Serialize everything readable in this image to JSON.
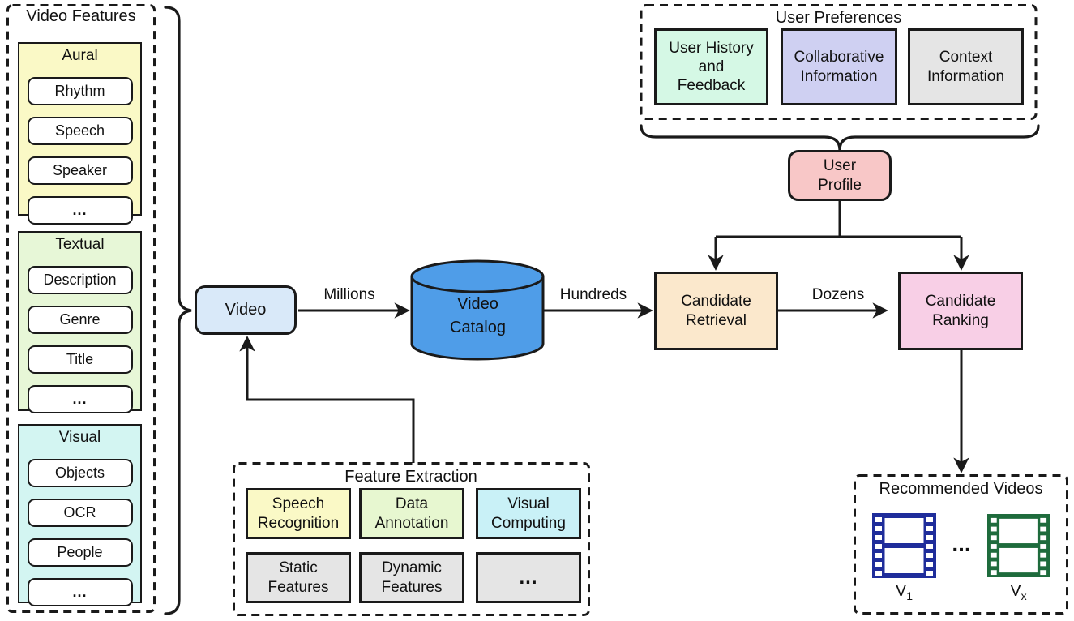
{
  "video_features": {
    "title": "Video Features",
    "sections": [
      {
        "name": "Aural",
        "color": "#faf9c6",
        "items": [
          "Rhythm",
          "Speech",
          "Speaker",
          "..."
        ]
      },
      {
        "name": "Textual",
        "color": "#e7f7d7",
        "items": [
          "Description",
          "Genre",
          "Title",
          "..."
        ]
      },
      {
        "name": "Visual",
        "color": "#d3f5f2",
        "items": [
          "Objects",
          "OCR",
          "People",
          "..."
        ]
      }
    ]
  },
  "user_preferences": {
    "title": "User Preferences",
    "boxes": [
      {
        "label": "User History\nand\nFeedback",
        "color": "#d5f8e5"
      },
      {
        "label": "Collaborative\nInformation",
        "color": "#cfd0f2"
      },
      {
        "label": "Context\nInformation",
        "color": "#e5e5e5"
      }
    ]
  },
  "pipeline": {
    "video": {
      "label": "Video",
      "color": "#d9e9f9"
    },
    "video_catalog": {
      "label": "Video\nCatalog",
      "color": "#4f9de8"
    },
    "candidate_retrieval": {
      "label": "Candidate\nRetrieval",
      "color": "#fbe8cc"
    },
    "candidate_ranking": {
      "label": "Candidate\nRanking",
      "color": "#f8cfe6"
    },
    "user_profile": {
      "label": "User\nProfile",
      "color": "#f8c7c7"
    },
    "edge_labels": {
      "millions": "Millions",
      "hundreds": "Hundreds",
      "dozens": "Dozens"
    }
  },
  "feature_extraction": {
    "title": "Feature Extraction",
    "boxes": [
      {
        "label": "Speech\nRecognition",
        "color": "#faf9c6"
      },
      {
        "label": "Data\nAnnotation",
        "color": "#e7f7d0"
      },
      {
        "label": "Visual\nComputing",
        "color": "#c9f1f7"
      },
      {
        "label": "Static\nFeatures",
        "color": "#e5e5e5"
      },
      {
        "label": "Dynamic\nFeatures",
        "color": "#e5e5e5"
      },
      {
        "label": "...",
        "color": "#e5e5e5"
      }
    ]
  },
  "recommended_videos": {
    "title": "Recommended Videos",
    "separator": "...",
    "items": [
      {
        "base": "V",
        "sub": "1",
        "color": "#1f2d9b"
      },
      {
        "base": "V",
        "sub": "x",
        "color": "#1e6b3c"
      }
    ]
  }
}
